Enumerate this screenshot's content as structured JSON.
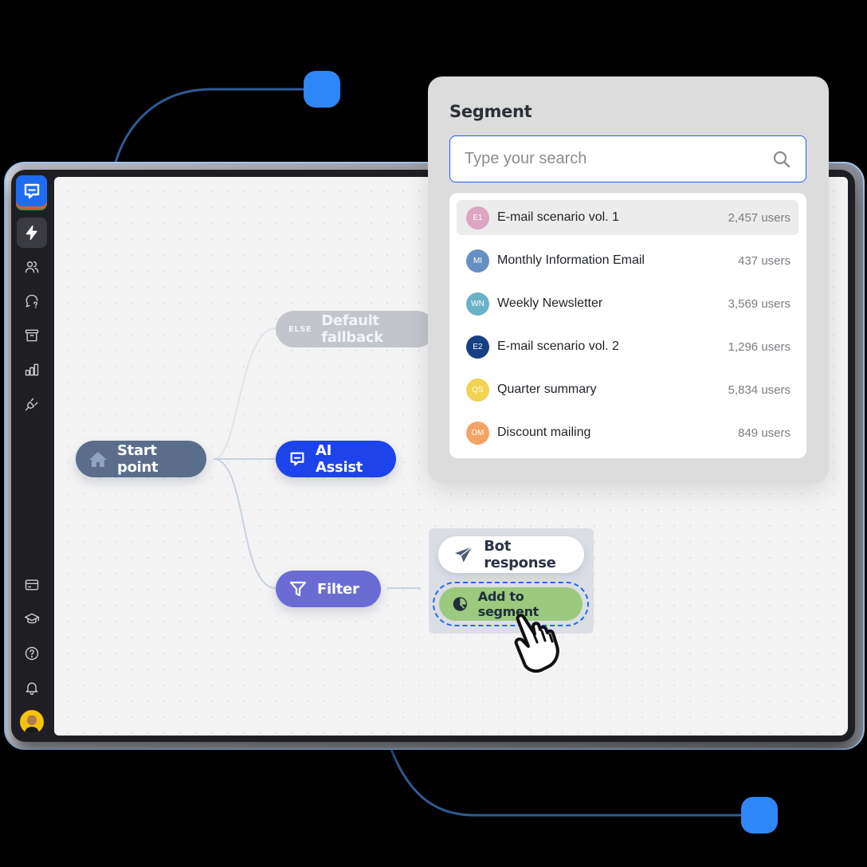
{
  "sidebar": {
    "logo": "chat-logo",
    "items": [
      {
        "name": "automation",
        "icon": "lightning-icon",
        "active": true
      },
      {
        "name": "contacts",
        "icon": "users-icon",
        "active": false
      },
      {
        "name": "conversations",
        "icon": "chat-question-icon",
        "active": false
      },
      {
        "name": "archive",
        "icon": "archive-icon",
        "active": false
      },
      {
        "name": "reports",
        "icon": "bar-chart-icon",
        "active": false
      },
      {
        "name": "integrations",
        "icon": "plug-icon",
        "active": false
      }
    ],
    "bottom_items": [
      {
        "name": "billing",
        "icon": "credit-card-icon"
      },
      {
        "name": "academy",
        "icon": "graduation-cap-icon"
      },
      {
        "name": "help",
        "icon": "help-circle-icon"
      },
      {
        "name": "notifications",
        "icon": "bell-icon"
      }
    ],
    "avatar": "user-avatar"
  },
  "flow": {
    "start": {
      "label": "Start point",
      "icon": "home-icon",
      "color": "#5a6e8c"
    },
    "else": {
      "tag": "ELSE",
      "label": "Default fallback",
      "color": "#c3c5cc"
    },
    "ai_assist": {
      "label": "AI Assist",
      "icon": "chat-bot-icon",
      "color": "#1d43ea"
    },
    "filter": {
      "label": "Filter",
      "icon": "filter-icon",
      "color": "#6a6cd4"
    },
    "bot_response": {
      "label": "Bot response",
      "icon": "paper-plane-icon"
    },
    "add_to_segment": {
      "label": "Add to segment",
      "icon": "pie-chart-icon",
      "color": "#9bc97d"
    }
  },
  "segment": {
    "title": "Segment",
    "search_placeholder": "Type your search",
    "items": [
      {
        "initials": "E1",
        "name": "E-mail scenario vol. 1",
        "count": "2,457 users",
        "color": "#dca5c2",
        "selected": true
      },
      {
        "initials": "MI",
        "name": "Monthly Information Email",
        "count": "437 users",
        "color": "#6690c4",
        "selected": false
      },
      {
        "initials": "WN",
        "name": "Weekly Newsletter",
        "count": "3,569 users",
        "color": "#6ab2c6",
        "selected": false
      },
      {
        "initials": "E2",
        "name": "E-mail scenario vol. 2",
        "count": "1,296 users",
        "color": "#173f82",
        "selected": false
      },
      {
        "initials": "QS",
        "name": "Quarter summary",
        "count": "5,834 users",
        "color": "#f2d253",
        "selected": false
      },
      {
        "initials": "DM",
        "name": "Discount mailing",
        "count": "849 users",
        "color": "#f4a366",
        "selected": false
      }
    ]
  },
  "colors": {
    "accent": "#1f5ee6",
    "connector": "#2f5a93",
    "connector_dot": "#2f86f6"
  }
}
